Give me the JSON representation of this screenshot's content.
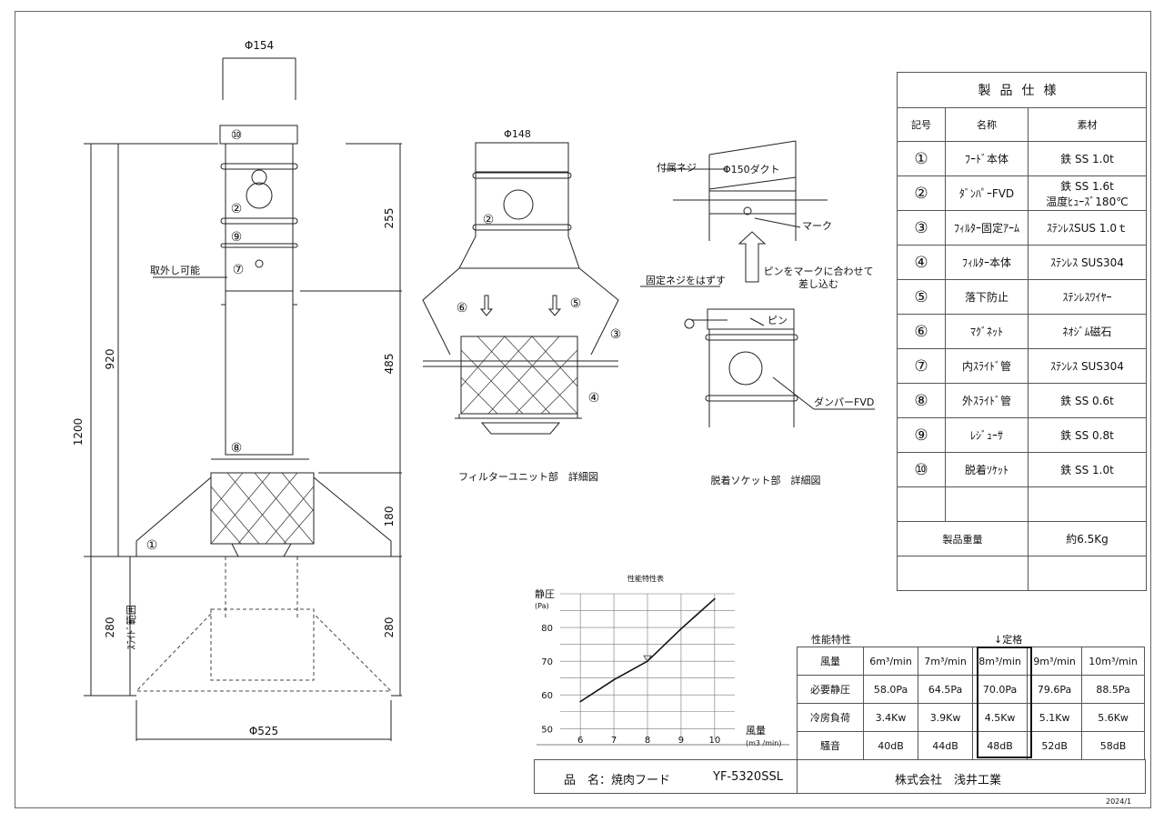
{
  "drawing": {
    "main": {
      "dim_top_dia": "Φ154",
      "dim_1200": "1200",
      "dim_920": "920",
      "dim_255": "255",
      "dim_485": "485",
      "dim_180": "180",
      "dim_280_left": "280",
      "dim_280_right": "280",
      "dim_bottom_dia": "Φ525",
      "label_removable": "取外し可能",
      "label_slide_range": "ｽﾗｲﾄﾞ範囲",
      "callouts": [
        "⑩",
        "②",
        "⑨",
        "⑦",
        "⑧",
        "①"
      ]
    },
    "filter_detail": {
      "dia": "Φ148",
      "caption": "フィルターユニット部　詳細図",
      "callouts": [
        "②",
        "⑤",
        "⑥",
        "③",
        "④"
      ]
    },
    "socket_detail": {
      "caption": "脱着ソケット部　詳細図",
      "label_screw": "付属ネジ",
      "label_duct": "Φ150ダクト",
      "label_mark": "マーク",
      "label_remove_screw": "固定ネジをはずす",
      "label_insert_line1": "ピンをマークに合わせて",
      "label_insert_line2": "差し込む",
      "label_pin": "ピン",
      "label_damper": "ダンパーFVD"
    }
  },
  "specs": {
    "title": "製品仕様",
    "headers": {
      "symbol": "記号",
      "name": "名称",
      "material": "素材"
    },
    "rows": [
      {
        "symbol": "①",
        "name": "ﾌｰﾄﾞ本体",
        "material": "鉄 SS 1.0t"
      },
      {
        "symbol": "②",
        "name": "ﾀﾞﾝﾊﾟｰFVD",
        "material": "鉄 SS 1.6t",
        "material2": "温度ﾋｭｰｽﾞ180℃"
      },
      {
        "symbol": "③",
        "name": "ﾌｨﾙﾀｰ固定ｱｰﾑ",
        "material": "ｽﾃﾝﾚｽSUS 1.0ｔ"
      },
      {
        "symbol": "④",
        "name": "ﾌｨﾙﾀｰ本体",
        "material": "ｽﾃﾝﾚｽ SUS304"
      },
      {
        "symbol": "⑤",
        "name": "落下防止",
        "material": "ｽﾃﾝﾚｽﾜｲﾔｰ"
      },
      {
        "symbol": "⑥",
        "name": "ﾏｸﾞﾈｯﾄ",
        "material": "ﾈｵｼﾞﾑ磁石"
      },
      {
        "symbol": "⑦",
        "name": "内ｽﾗｲﾄﾞ管",
        "material": "ｽﾃﾝﾚｽ SUS304"
      },
      {
        "symbol": "⑧",
        "name": "外ｽﾗｲﾄﾞ管",
        "material": "鉄 SS 0.6t"
      },
      {
        "symbol": "⑨",
        "name": "ﾚｼﾞｭｰｻ",
        "material": "鉄 SS 0.8t"
      },
      {
        "symbol": "⑩",
        "name": "脱着ｿｹｯﾄ",
        "material": "鉄 SS 1.0t"
      }
    ],
    "weight_label": "製品重量",
    "weight_value": "約6.5Kg"
  },
  "performance": {
    "section_label": "性能特性",
    "rated_label": "↓定格",
    "row_labels": [
      "風量",
      "必要静圧",
      "冷房負荷",
      "騒音"
    ],
    "flows": [
      "6m³/min",
      "7m³/min",
      "8m³/min",
      "9m³/min",
      "10m³/min"
    ],
    "pressures": [
      "58.0Pa",
      "64.5Pa",
      "70.0Pa",
      "79.6Pa",
      "88.5Pa"
    ],
    "loads": [
      "3.4Kw",
      "3.9Kw",
      "4.5Kw",
      "5.1Kw",
      "5.6Kw"
    ],
    "noise": [
      "40dB",
      "44dB",
      "48dB",
      "52dB",
      "58dB"
    ]
  },
  "chart_data": {
    "type": "line",
    "title": "性能特性表",
    "ylabel": "静圧",
    "yunit": "(Pa)",
    "xlabel": "風量",
    "xunit": "(m3 /min)",
    "x": [
      6,
      7,
      8,
      9,
      10
    ],
    "xticks": [
      "6",
      "7",
      "8",
      "9",
      "10"
    ],
    "yticks": [
      "50",
      "60",
      "70",
      "80"
    ],
    "series": [
      {
        "values": [
          58.0,
          64.5,
          70.0,
          79.6,
          88.5
        ]
      }
    ],
    "xlim": [
      5.4,
      10.6
    ],
    "ylim": [
      49,
      90
    ],
    "grid": true,
    "rated_marker_x": 8
  },
  "titleblock": {
    "product_label": "品　名：焼肉フード",
    "model": "YF-5320SSL",
    "company": "株式会社　浅井工業",
    "date": "2024/1"
  }
}
